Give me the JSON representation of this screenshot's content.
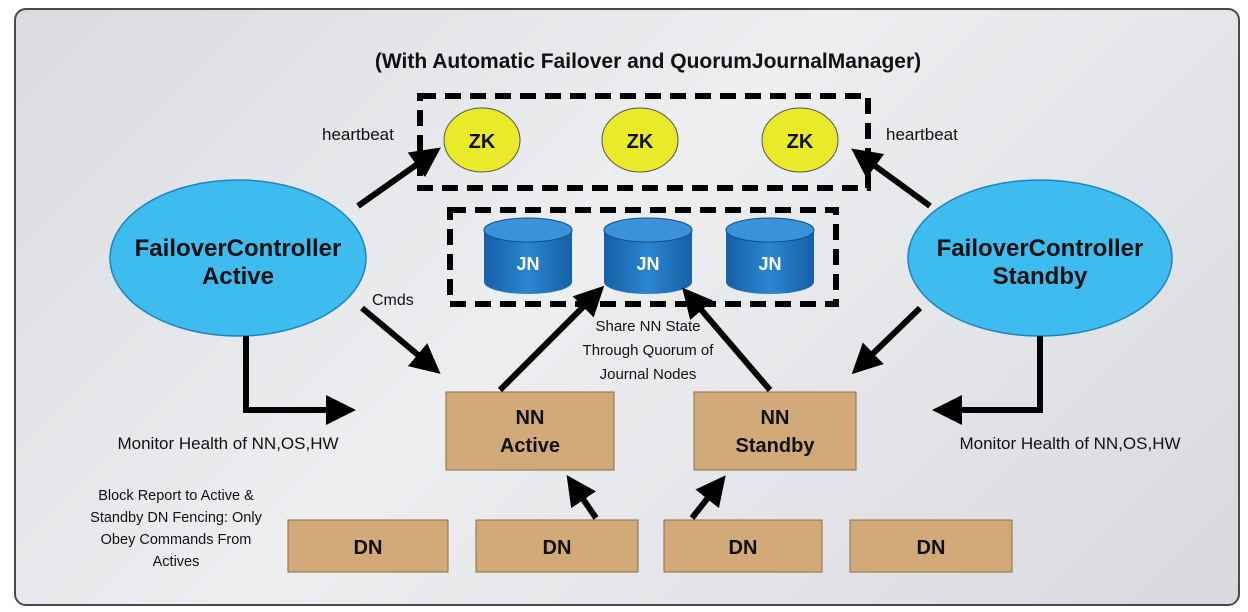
{
  "title": "(With Automatic Failover and QuorumJournalManager)",
  "zk_nodes": [
    "ZK",
    "ZK",
    "ZK"
  ],
  "jn_nodes": [
    "JN",
    "JN",
    "JN"
  ],
  "fc_active": {
    "line1": "FailoverController",
    "line2": "Active"
  },
  "fc_standby": {
    "line1": "FailoverController",
    "line2": "Standby"
  },
  "nn_active": {
    "line1": "NN",
    "line2": "Active"
  },
  "nn_standby": {
    "line1": "NN",
    "line2": "Standby"
  },
  "dn_nodes": [
    "DN",
    "DN",
    "DN",
    "DN"
  ],
  "labels": {
    "heartbeat_left": "heartbeat",
    "heartbeat_right": "heartbeat",
    "cmds": "Cmds",
    "share_state": [
      "Share NN State",
      "Through Quorum of",
      "Journal Nodes"
    ],
    "monitor_left": "Monitor Health of NN,OS,HW",
    "monitor_right": "Monitor Health of NN,OS,HW",
    "block_report": [
      "Block Report to Active &",
      "Standby DN Fencing: Only",
      "Obey Commands From",
      "Actives"
    ]
  },
  "colors": {
    "zk": "#e8ea2a",
    "jn": "#1b6fb8",
    "fc": "#3ebcf0",
    "nn": "#d2aa7a",
    "dn": "#d2aa7a"
  }
}
